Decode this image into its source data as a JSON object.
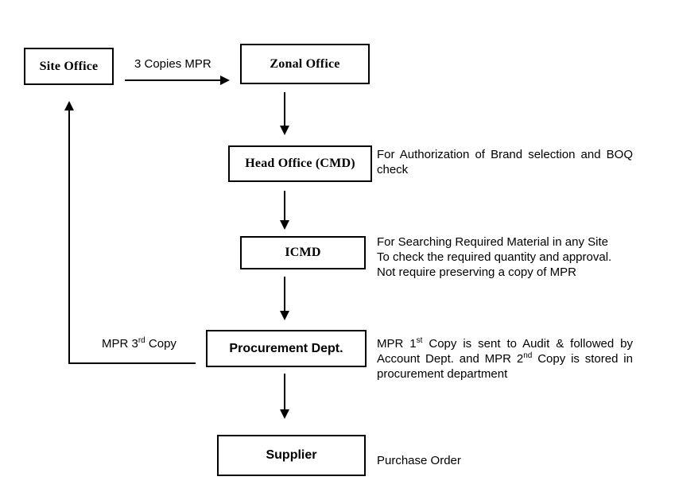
{
  "colors": {
    "ink": "#000000",
    "background": "#ffffff"
  },
  "nodes": {
    "site": "Site Office",
    "zonal": "Zonal Office",
    "head": "Head Office (CMD)",
    "icmd": "ICMD",
    "procurement": "Procurement Dept.",
    "supplier": "Supplier"
  },
  "edges": {
    "site_to_zonal_label": "3 Copies MPR",
    "mpr3_label": [
      {
        "text": "MPR 3"
      },
      {
        "sup": "rd"
      },
      {
        "text": " Copy"
      }
    ]
  },
  "annotations": {
    "head": "For Authorization of Brand selection and BOQ check",
    "icmd": "For Searching Required Material in any Site\nTo check the required quantity and approval.\nNot require preserving a copy of MPR",
    "procurement": [
      {
        "text": "MPR 1"
      },
      {
        "sup": "st"
      },
      {
        "text": " Copy is sent to Audit & followed by Account Dept. and MPR 2"
      },
      {
        "sup": "nd"
      },
      {
        "text": " Copy is stored in procurement department"
      }
    ],
    "supplier": "Purchase Order"
  }
}
